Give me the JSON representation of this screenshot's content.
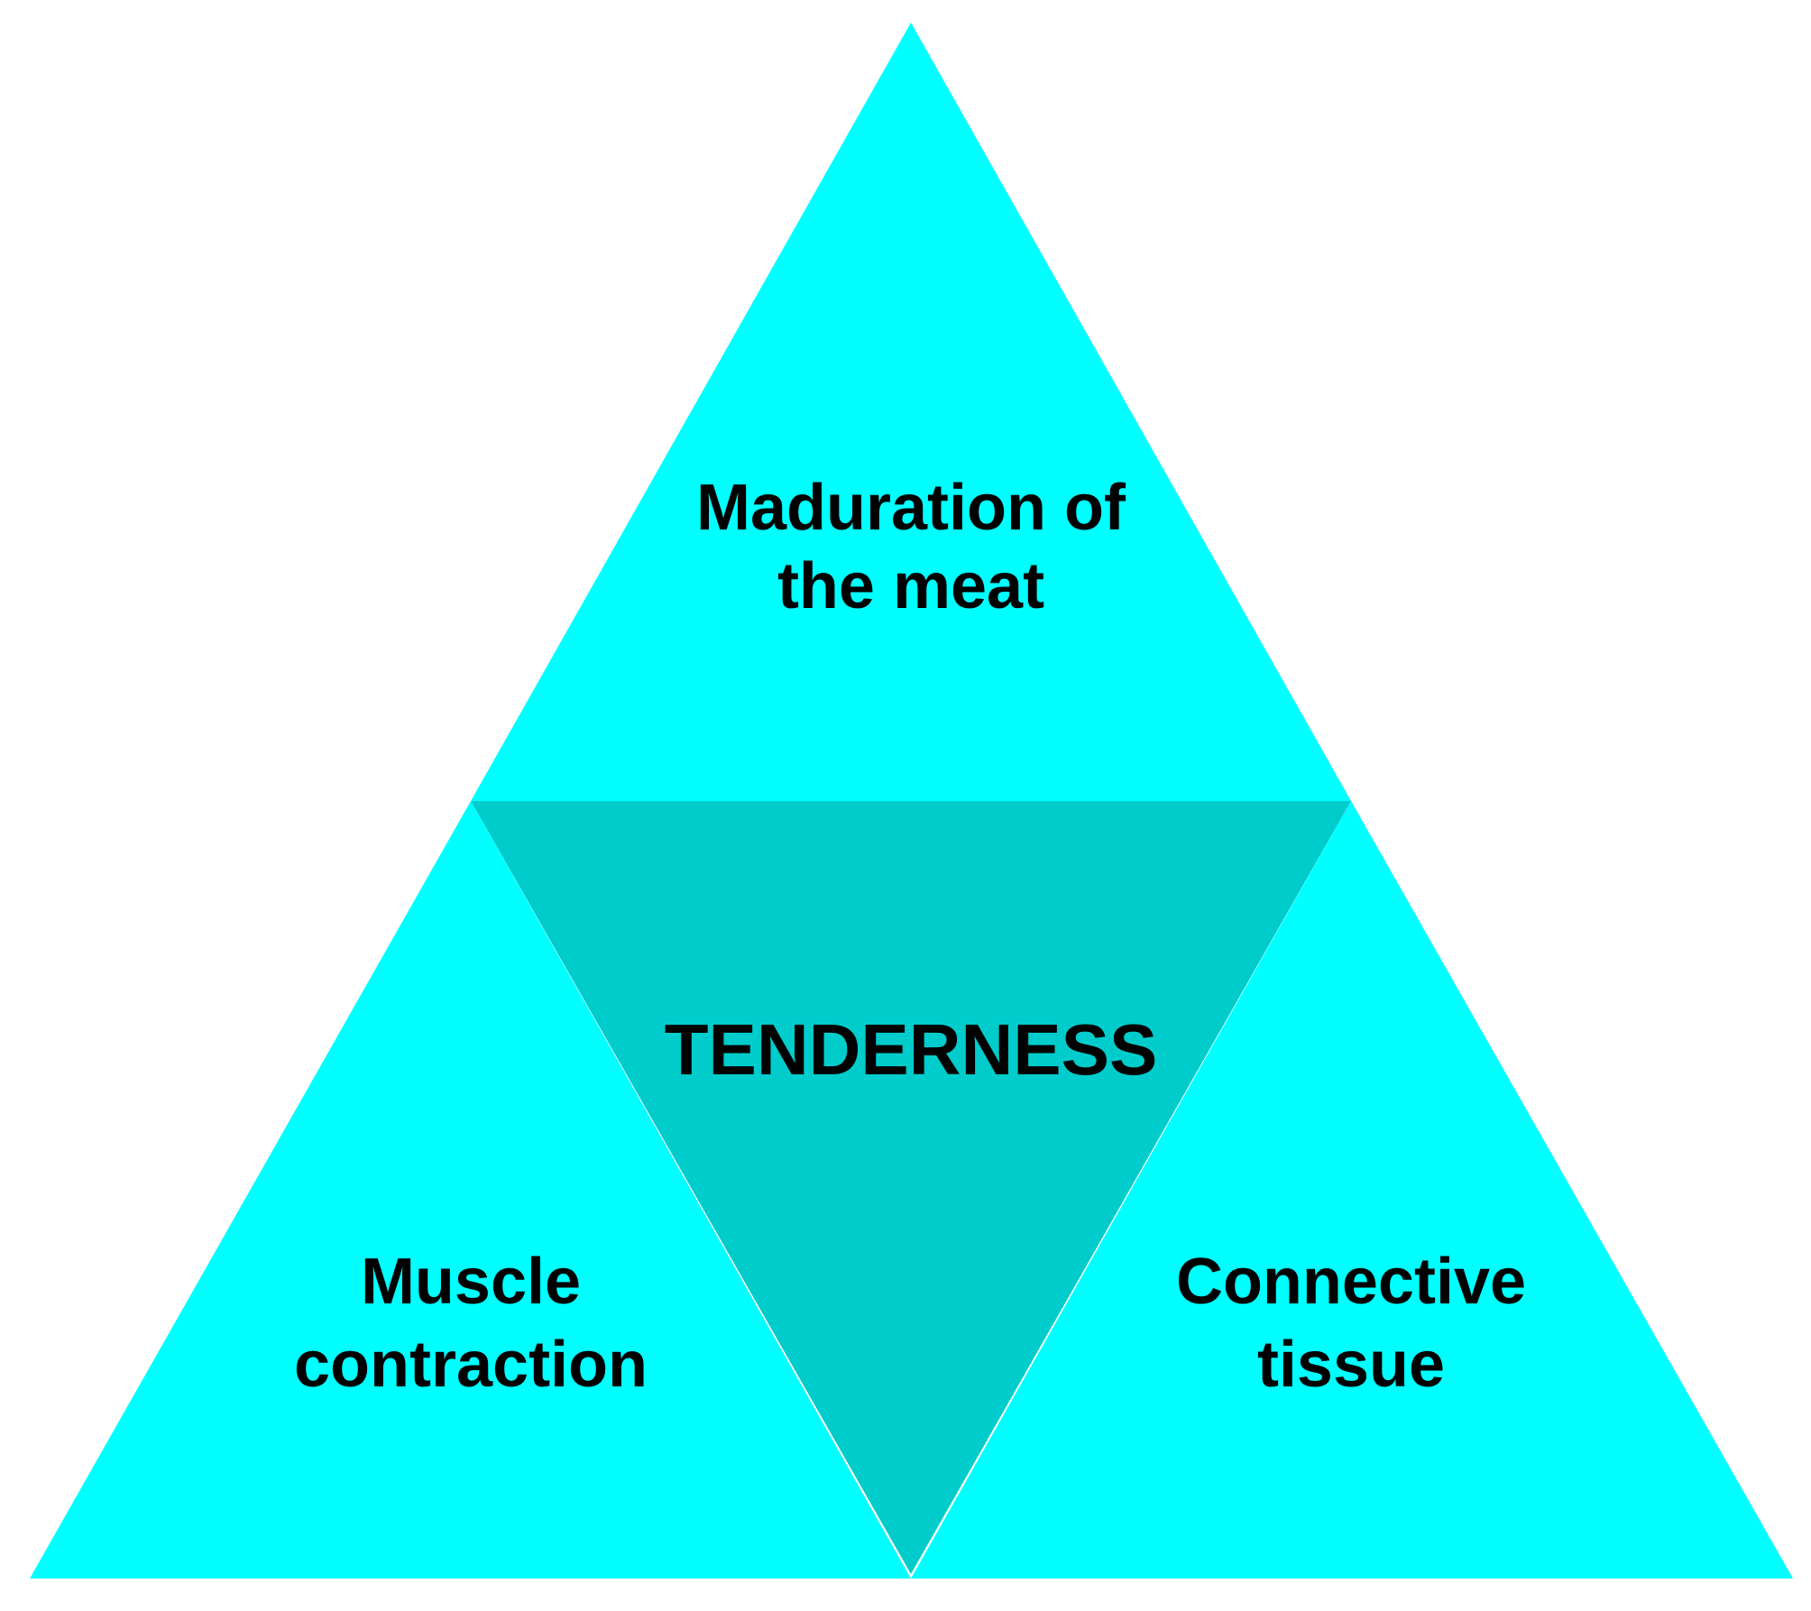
{
  "colors": {
    "outer_fill": "#00ffff",
    "center_fill": "#00cccc",
    "text": "#000000",
    "background": "#ffffff"
  },
  "sections": {
    "top": {
      "line1": "Maduration of",
      "line2": "the meat"
    },
    "bottom_left": {
      "line1": "Muscle",
      "line2": "contraction"
    },
    "bottom_right": {
      "line1": "Connective",
      "line2": "tissue"
    },
    "center": {
      "label": "TENDERNESS"
    }
  }
}
